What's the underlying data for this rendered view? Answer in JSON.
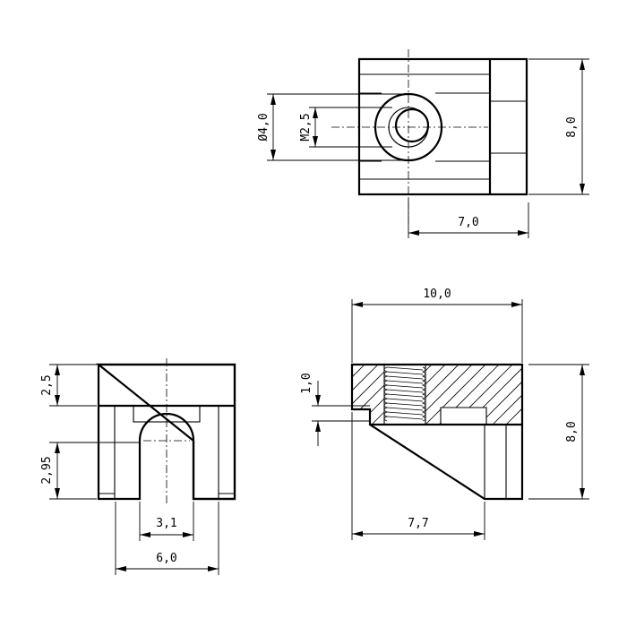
{
  "dimensions": {
    "top_view": {
      "height": "8,0",
      "width": "7,0",
      "bore_diameter": "Ø4,0",
      "thread": "M2,5"
    },
    "end_view": {
      "cap_height": "2,5",
      "slot_height": "2,95",
      "slot_width": "3,1",
      "width": "6,0"
    },
    "side_section": {
      "length": "10,0",
      "lip_height": "1,0",
      "height": "8,0",
      "base_length": "7,7"
    }
  }
}
